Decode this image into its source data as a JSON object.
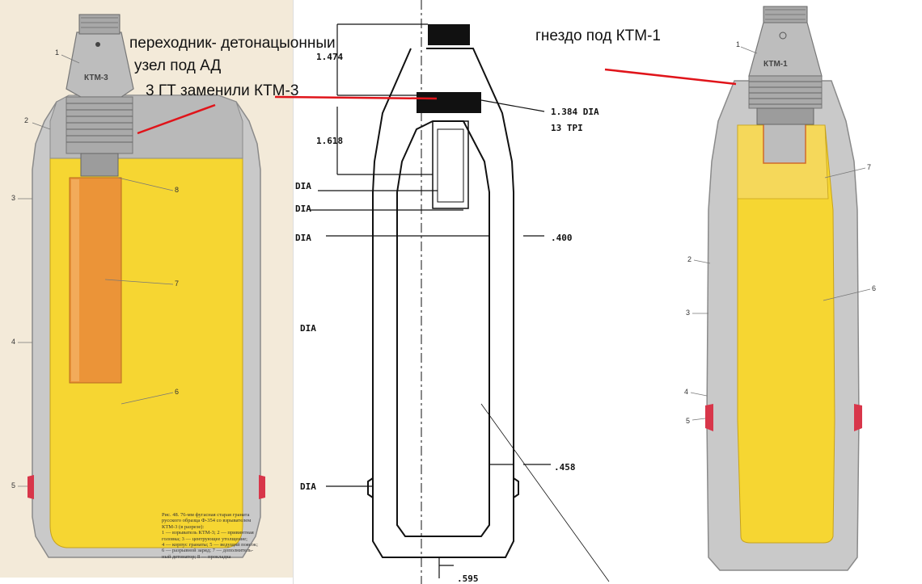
{
  "annotations": {
    "left_line1": "переходник- детонацыонныи",
    "left_line2": "узел под  АД",
    "left_line3": "3 ГТ  заменили КТМ-3",
    "right": "гнездо под КТМ-1"
  },
  "left_shell": {
    "fuze_label": "КТМ-3",
    "callouts": [
      "1",
      "2",
      "3",
      "4",
      "5",
      "6",
      "7",
      "8"
    ],
    "caption": [
      "Рис. 48. 76-мм фугасная старая граната",
      "русского образца Ф-354 со взрывателем",
      "КТМ-3 (в разрезе):",
      "1 — взрыватель КТМ-3; 2 — привинтная",
      "головка; 3 — центрующее утолщение;",
      "4 — корпус гранаты; 5 — ведущий поясок;",
      "6 — разрывной заряд; 7 — дополнитель-",
      "ный детонатор; 8 — прокладка"
    ]
  },
  "drawing": {
    "dims": {
      "d1": "1.474",
      "d2": "1.618",
      "d3": "1.384 DIA",
      "d4": "13 TPI",
      "d5": ".400",
      "d6": ".458",
      "d7": ".595"
    },
    "dia_labels": [
      "DIA",
      "DIA",
      "DIA",
      "DIA",
      "DIA"
    ]
  },
  "right_shell": {
    "fuze_label": "КТМ-1",
    "callouts": [
      "1",
      "2",
      "3",
      "4",
      "5",
      "6",
      "7"
    ]
  },
  "colors": {
    "explosive": "#f5d532",
    "booster": "#e8923a",
    "steel": "#c8c8c8",
    "fuze": "#bdbdbd",
    "band": "#d8364a",
    "pointer": "#e0141a"
  }
}
